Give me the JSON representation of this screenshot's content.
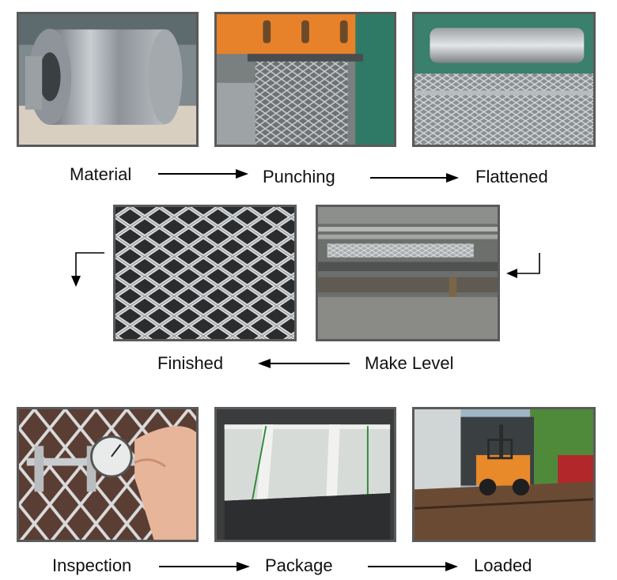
{
  "steps": [
    {
      "label": "Material",
      "photo": "steel-coil"
    },
    {
      "label": "Punching",
      "photo": "punching-machine"
    },
    {
      "label": "Flattened",
      "photo": "flattening-rollers"
    },
    {
      "label": "Make Level",
      "photo": "leveling-line"
    },
    {
      "label": "Finished",
      "photo": "expanded-mesh-closeup"
    },
    {
      "label": "Inspection",
      "photo": "caliper-measurement"
    },
    {
      "label": "Package",
      "photo": "packed-sheets"
    },
    {
      "label": "Loaded",
      "photo": "forklift-container-loading"
    }
  ],
  "colors": {
    "frame": "#5a5a5a",
    "text": "#111111",
    "arrow": "#000000",
    "forklift": "#e8892a"
  }
}
